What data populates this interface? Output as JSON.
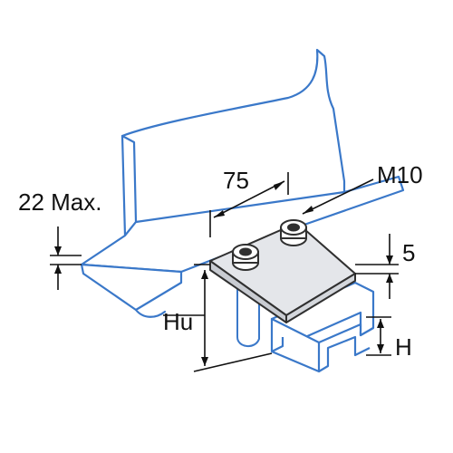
{
  "labels": {
    "max_thickness": "22 Max.",
    "width": "75",
    "bolt": "M10",
    "plate_thickness": "5",
    "hu": "Hu",
    "h": "H"
  },
  "colors": {
    "outline": "#3a78c9",
    "plate_fill": "#e4e6ea",
    "dimension": "#111111",
    "nut": "#303030"
  }
}
